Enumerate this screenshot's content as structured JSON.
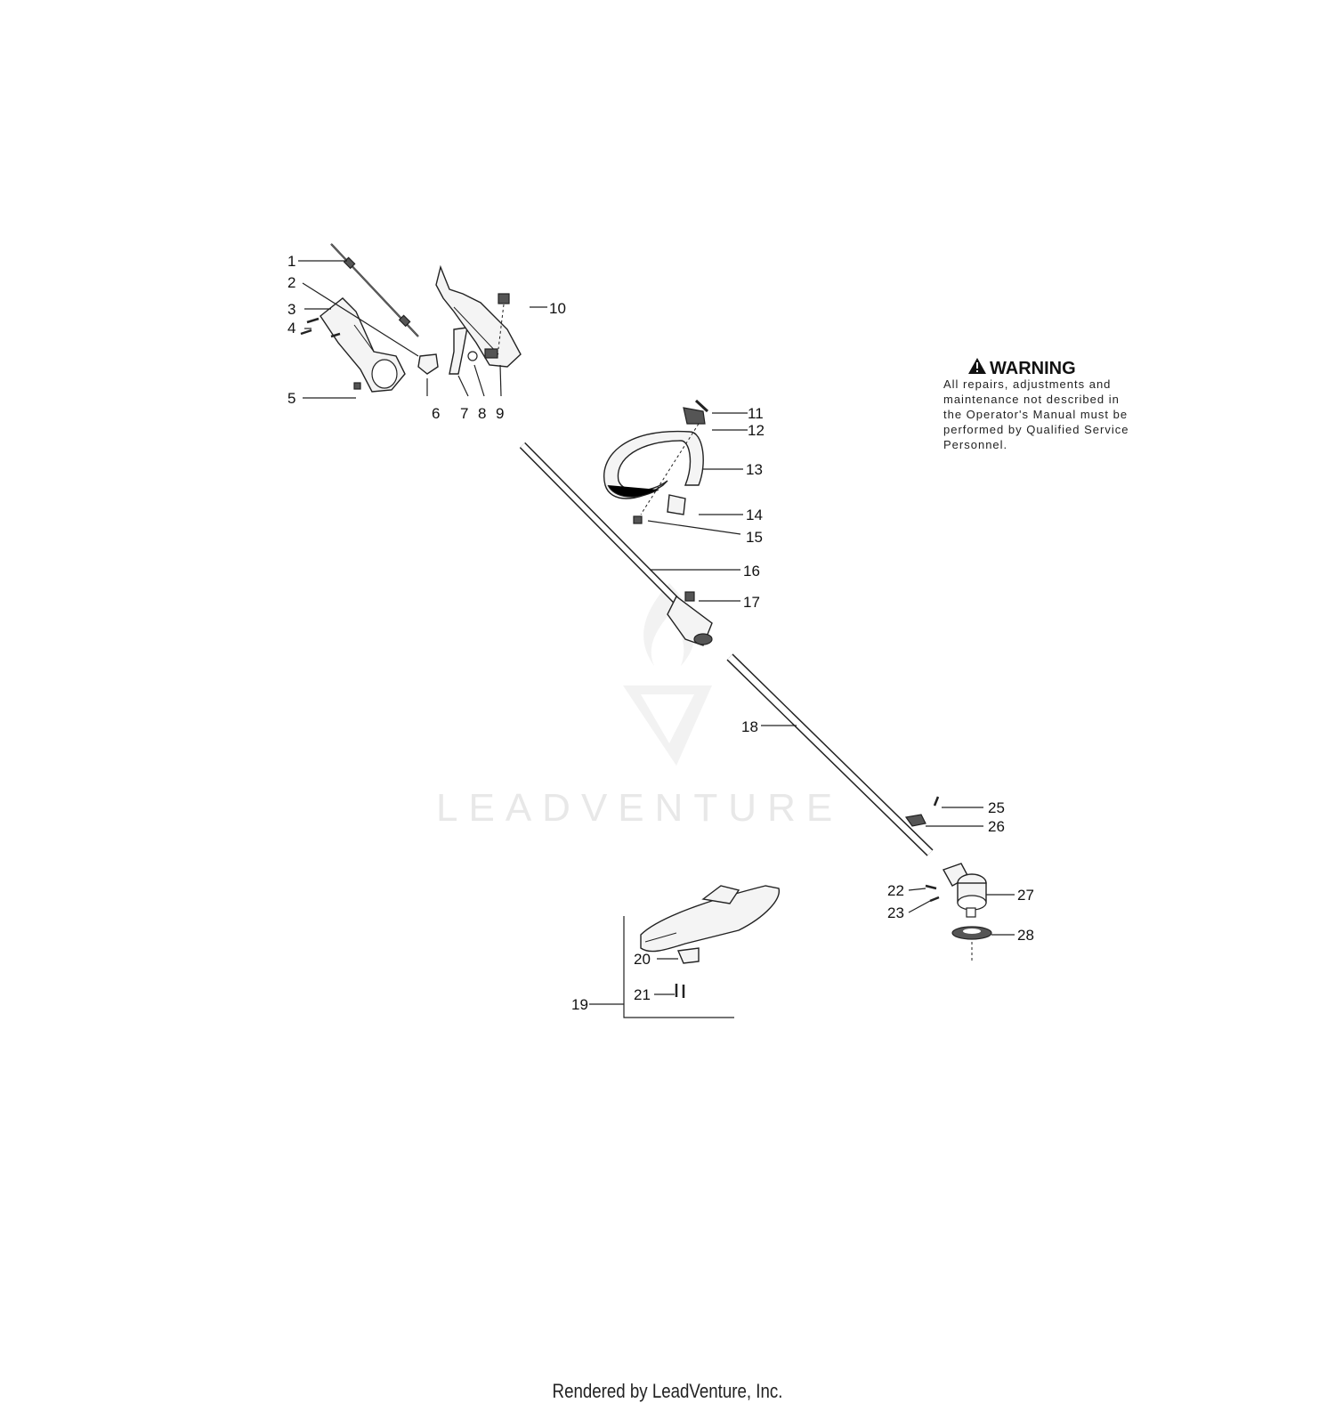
{
  "callouts": [
    "1",
    "2",
    "3",
    "4",
    "5",
    "6",
    "7",
    "8",
    "9",
    "10",
    "11",
    "12",
    "13",
    "14",
    "15",
    "16",
    "17",
    "18",
    "19",
    "20",
    "21",
    "22",
    "23",
    "25",
    "26",
    "27",
    "28"
  ],
  "warning": {
    "title": "WARNING",
    "lines": [
      "All repairs, adjustments and",
      "maintenance not described in",
      "the Operator's Manual must be",
      "performed by Qualified Service",
      "Personnel."
    ]
  },
  "watermark": "LEADVENTURE",
  "footer": "Rendered by LeadVenture, Inc.",
  "icons": [
    "warning-triangle-icon",
    "leadventure-logo"
  ]
}
